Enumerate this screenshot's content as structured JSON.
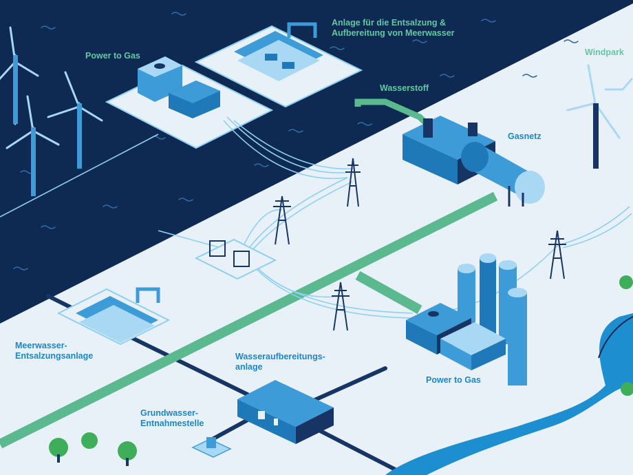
{
  "colors": {
    "sea": "#0f2a52",
    "land": "#e9f1f8",
    "pipeline_green": "#5ab98e",
    "power_line": "#8fd0f2",
    "building_dark": "#1f78b8",
    "building_mid": "#3d9bd8",
    "building_light": "#a9d8f5",
    "water": "#1d8fd0",
    "road": "#173564",
    "label_on_sea": "#62c7a2",
    "label_on_land": "#1e86c6"
  },
  "icons": [
    "wind-turbine-icon",
    "power-pylon-icon",
    "tree-icon",
    "gas-tank-icon",
    "factory-icon",
    "substation-icon",
    "pump-icon"
  ],
  "labels": {
    "desalination_offshore": [
      "Anlage für die Entsalzung &",
      "Aufbereitung von Meerwasser"
    ],
    "power_to_gas_offshore": "Power to Gas",
    "hydrogen": "Wasserstoff",
    "wind_park": "Windpark",
    "gas_grid": "Gasnetz",
    "seawater_desalination": [
      "Meerwasser-",
      "Entsalzungsanlage"
    ],
    "water_treatment": [
      "Wasseraufbereitungs-",
      "anlage"
    ],
    "groundwater": [
      "Grundwasser-",
      "Entnahmestelle"
    ],
    "power_to_gas_onshore": "Power to Gas"
  }
}
